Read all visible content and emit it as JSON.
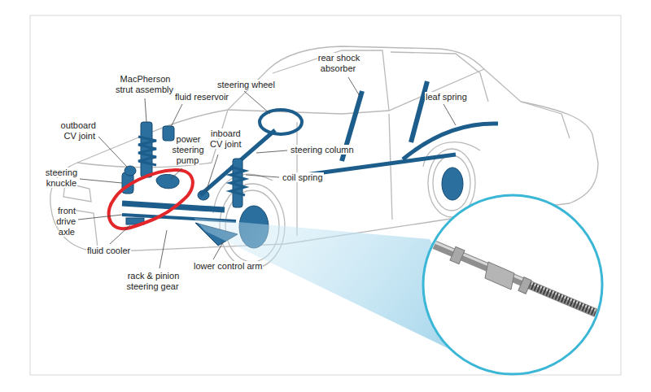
{
  "diagram": {
    "labels": [
      "MacPherson strut assembly",
      "fluid reservoir",
      "steering wheel",
      "rear shock absorber",
      "leaf spring",
      "outboard CV joint",
      "power steering pump",
      "inboard CV joint",
      "steering column",
      "steering knuckle",
      "coil spring",
      "front drive axle",
      "fluid cooler",
      "rack & pinion steering gear",
      "lower control arm"
    ]
  }
}
